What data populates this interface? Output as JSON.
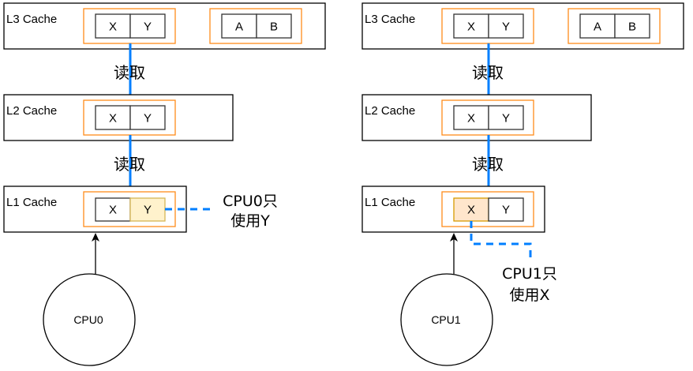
{
  "colors": {
    "group_border": "#ff8c1a",
    "read_arrow": "#007fff",
    "highlight_y": "#fff2cc",
    "highlight_x": "#ffe6cc"
  },
  "read_label": "读取",
  "panels": [
    {
      "cpu": "CPU0",
      "l3": {
        "label": "L3 Cache",
        "line1": [
          "X",
          "Y"
        ],
        "line2": [
          "A",
          "B"
        ]
      },
      "l2": {
        "label": "L2 Cache",
        "line1": [
          "X",
          "Y"
        ]
      },
      "l1": {
        "label": "L1 Cache",
        "line1": [
          "X",
          "Y"
        ],
        "highlighted_cell": "Y"
      },
      "note_line1": "CPU0只",
      "note_line2": "使用Y"
    },
    {
      "cpu": "CPU1",
      "l3": {
        "label": "L3 Cache",
        "line1": [
          "X",
          "Y"
        ],
        "line2": [
          "A",
          "B"
        ]
      },
      "l2": {
        "label": "L2 Cache",
        "line1": [
          "X",
          "Y"
        ]
      },
      "l1": {
        "label": "L1 Cache",
        "line1": [
          "X",
          "Y"
        ],
        "highlighted_cell": "X"
      },
      "note_line1": "CPU1只",
      "note_line2": "使用X"
    }
  ]
}
